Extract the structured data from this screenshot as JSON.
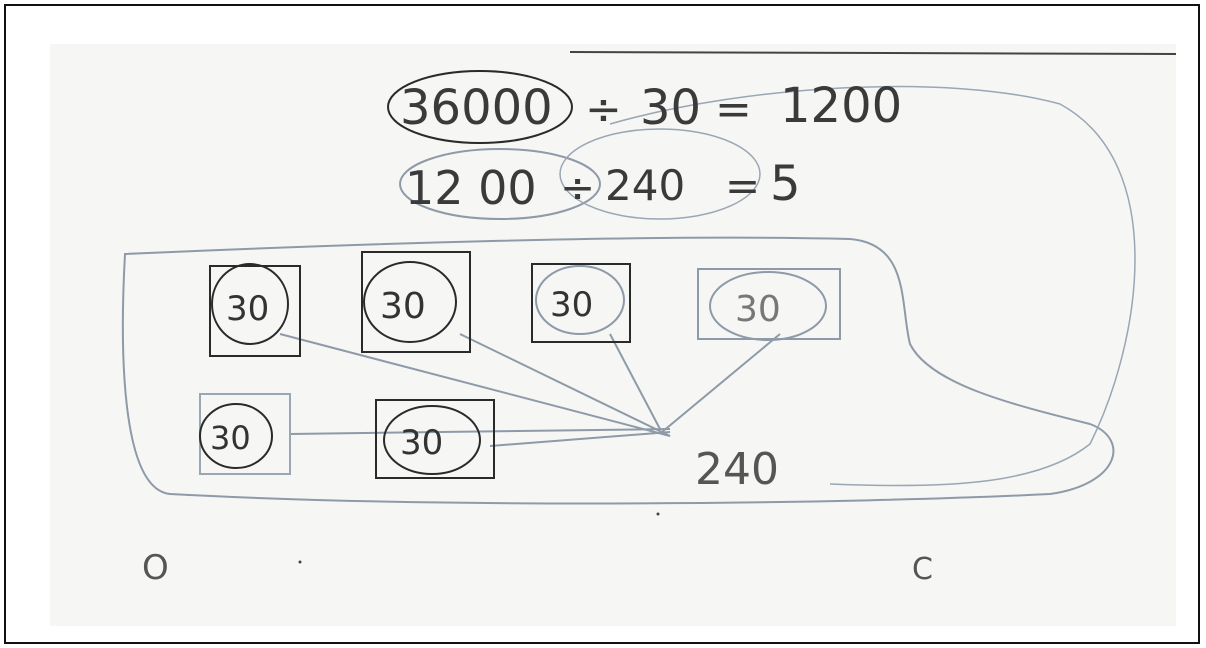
{
  "equations": [
    {
      "dividend": "36000",
      "op": "÷",
      "divisor": "30",
      "eq": "=",
      "result": "1200"
    },
    {
      "dividend": "12 00",
      "op": "÷",
      "divisor": "240",
      "eq": "=",
      "result": "5"
    }
  ],
  "box_labels": [
    "30",
    "30",
    "30",
    "30",
    "30",
    "30"
  ],
  "total_label": "240",
  "marks": [
    "O",
    "C"
  ],
  "colors": {
    "ink": "#2a2a2a",
    "pencil": "#8e9aa8",
    "paper": "#f6f6f4"
  }
}
